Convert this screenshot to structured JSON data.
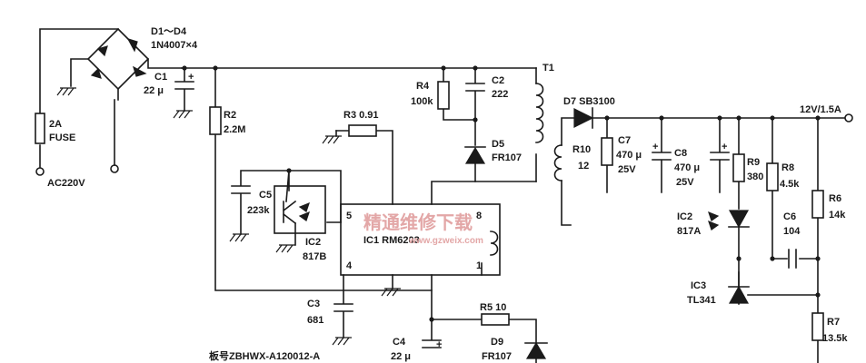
{
  "labels": {
    "d1d4": "D1～D4",
    "d1d4_part": "1N4007×4",
    "fuse_ref": "2A",
    "fuse_word": "FUSE",
    "ac_in": "AC220V",
    "c1": "C1",
    "c1_val": "22 μ",
    "r2": "R2",
    "r2_val": "2.2M",
    "r3": "R3 0.91",
    "r4": "R4",
    "r4_val": "100k",
    "c2": "C2",
    "c2_val": "222",
    "d5": "D5",
    "d5_part": "FR107",
    "t1": "T1",
    "c5": "C5",
    "c5_val": "223k",
    "ic2_left": "IC2",
    "ic2_left_part": "817B",
    "ic1": "IC1 RM6203",
    "pin5": "5",
    "pin8": "8",
    "pin4": "4",
    "pin1": "1",
    "c3": "C3",
    "c3_val": "681",
    "c4": "C4",
    "c4_val": "22 μ",
    "r5": "R5 10",
    "d9": "D9",
    "d9_part": "FR107",
    "board": "板号ZBHWX-A120012-A",
    "d7": "D7 SB3100",
    "r10": "R10",
    "r10_val": "12",
    "c7": "C7",
    "c7_val": "470 μ",
    "c7_volt": "25V",
    "c8": "C8",
    "c8_val": "470 μ",
    "c8_volt": "25V",
    "r9": "R9",
    "r9_val": "380",
    "r8": "R8",
    "r8_val": "4.5k",
    "out": "12V/1.5A",
    "r6": "R6",
    "r6_val": "14k",
    "ic2_right": "IC2",
    "ic2_right_part": "817A",
    "c6": "C6",
    "c6_val": "104",
    "ic3": "IC3",
    "ic3_part": "TL341",
    "r7": "R7",
    "r7_val": "13.5k",
    "plus": "+"
  },
  "watermark": {
    "cn": "精通维修下载",
    "url": "www.gzweix.com",
    "color": "#e3a7a7"
  }
}
